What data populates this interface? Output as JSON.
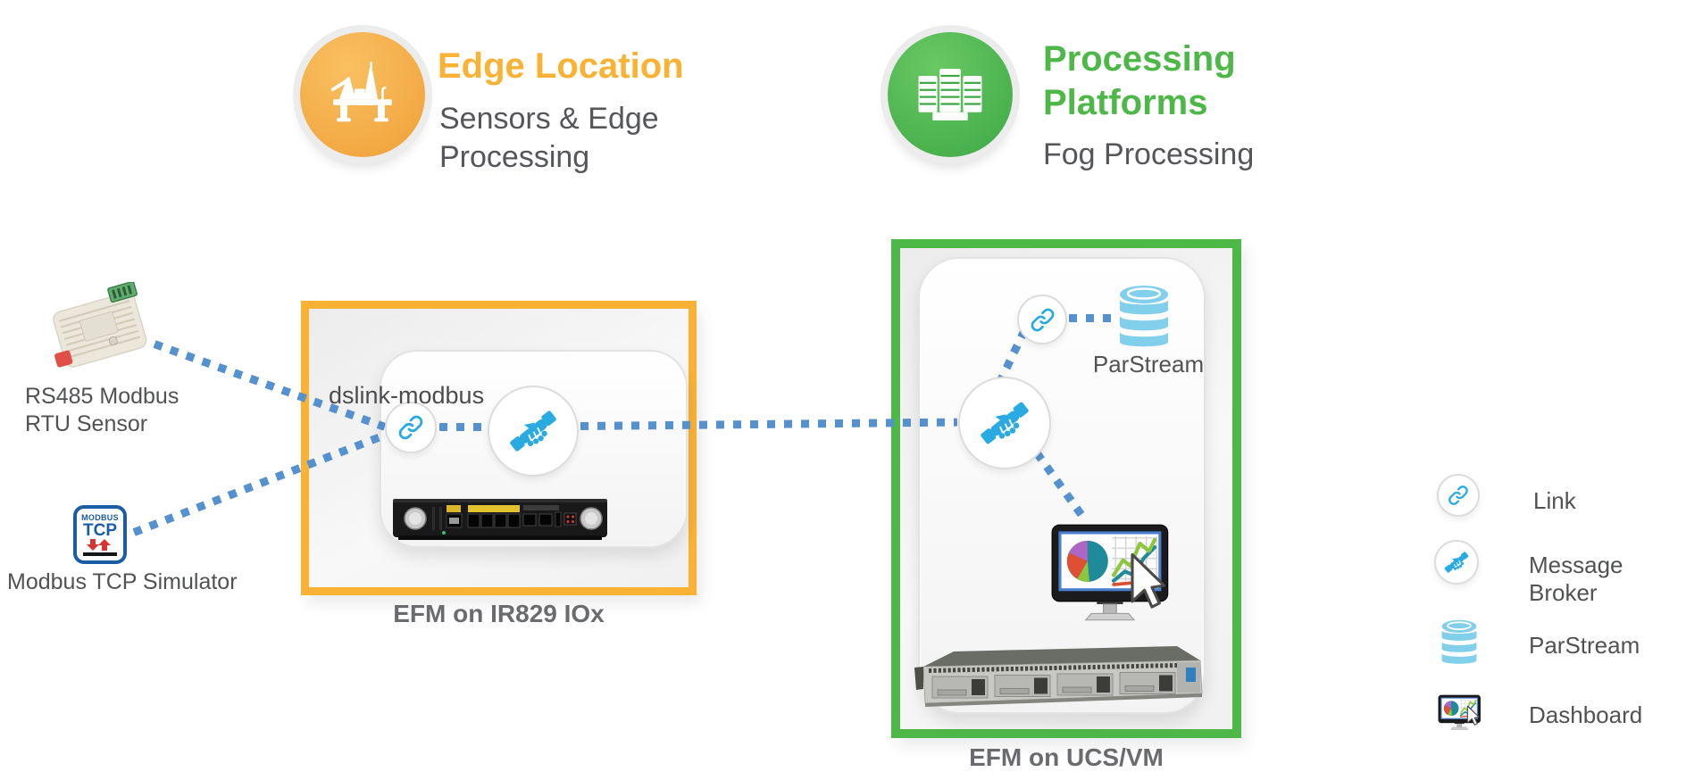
{
  "edge_header": {
    "title": "Edge Location",
    "subtitle": "Sensors & Edge Processing"
  },
  "processing_header": {
    "title": "Processing Platforms",
    "subtitle": "Fog Processing"
  },
  "devices": {
    "rs485_label": "RS485 Modbus RTU Sensor",
    "modbus_tcp_label": "Modbus TCP Simulator",
    "modbus_icon_line1": "MODBUS",
    "modbus_icon_line2": "TCP"
  },
  "edge_box": {
    "dslink_label": "dslink-modbus",
    "caption": "EFM on IR829 IOx"
  },
  "processing_box": {
    "parstream_label": "ParStream",
    "caption": "EFM on UCS/VM"
  },
  "legend": {
    "items": [
      {
        "icon": "link-icon",
        "label": "Link"
      },
      {
        "icon": "message-broker-icon",
        "label": "Message Broker"
      },
      {
        "icon": "parstream-icon",
        "label": "ParStream"
      },
      {
        "icon": "dashboard-icon",
        "label": "Dashboard"
      }
    ]
  },
  "colors": {
    "edge_accent": "#F9B233",
    "processing_accent": "#4DB848",
    "node_icon_cyan": "#29ABE2",
    "connector_blue": "#5590CF",
    "parstream_blue": "#82CFEC"
  }
}
